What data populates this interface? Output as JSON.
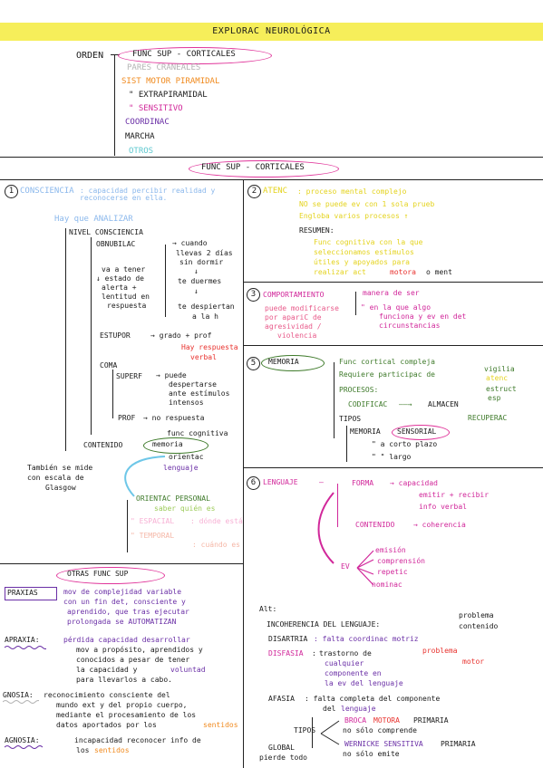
{
  "title": "EXPLORAC NEUROLÓGICA",
  "orden": {
    "label": "ORDEN",
    "items": [
      "FUNC SUP - CORTICALES",
      "PARES CRANEALES",
      "SIST MOTOR PIRAMIDAL",
      "\"  EXTRAPIRAMIDAL",
      "\"  SENSITIVO",
      "COORDINAC",
      "MARCHA",
      "OTROS"
    ]
  },
  "section_header": "FUNC SUP - CORTICALES",
  "s1": {
    "num": "1",
    "title": "CONSCIENCIA",
    "def": ": capacidad percibir realidad y reconocerse en ella.",
    "hay": "Hay que ANALIZAR",
    "nivel": "NIVEL CONSCIENCIA",
    "obnubilac": "OBNUBILAC",
    "obnub_right": [
      "→ cuando",
      "llevas 2 días",
      "sin dormir",
      "↓",
      "te duermes",
      "↓",
      "te despiertan",
      "a la h"
    ],
    "va_tener": [
      "va a tener",
      "↓ estado de",
      "alerta +",
      "lentitud en",
      "respuesta"
    ],
    "estupor": "ESTUPOR",
    "estupor_right": "→ grado + prof",
    "hay_resp": [
      "Hay respuesta",
      "verbal"
    ],
    "coma": "COMA",
    "superf": "SUPERF",
    "superf_right": [
      "→ puede",
      "despertarse",
      "ante estímulos",
      "intensos"
    ],
    "prof": "PROF",
    "prof_right": "→ no respuesta",
    "func_cog": "func cognitiva",
    "contenido": "CONTENIDO",
    "memoria": "memoria",
    "orientac": "orientac",
    "lenguaje": "lenguaje",
    "glasgow": [
      "También se mide",
      "con escala de",
      "Glasgow"
    ],
    "orient_personal": "ORIENTAC PERSONAL",
    "saber": "saber quién es",
    "espacial": "\"  ESPACIAL",
    "espacial_right": ": dónde está",
    "temporal": "\"  TEMPORAL",
    "temporal_right": ": cuándo es"
  },
  "s2": {
    "num": "2",
    "title": "ATENC",
    "def": ": proceso mental complejo",
    "lines": [
      "NO se puede ev con 1 sola prueb",
      "Engloba varios procesos ↑"
    ],
    "resumen": "RESUMEN:",
    "res_lines": [
      "Func cognitiva con la que",
      "seleccionamos estímulos",
      "útiles y apoyados para"
    ],
    "res_last_a": "realizar act",
    "res_last_b": "motora",
    "res_last_c": "o ment"
  },
  "s3": {
    "num": "3",
    "title": "COMPORTAMIENTO",
    "right1": "manera de ser",
    "right2": [
      "\"  en la que algo",
      "funciona y ev en det",
      "circunstancias"
    ],
    "left": [
      "puede modificarse",
      "por apariC de",
      "agresividad /",
      "violencia"
    ]
  },
  "s5": {
    "num": "5",
    "title": "MEMORIA",
    "l1": "Func cortical compleja",
    "l2": "Requiere participac de",
    "vig": [
      "vigilia",
      "atenc",
      "estruct",
      "esp"
    ],
    "procesos": "PROCESOS:",
    "codific": "CODIFICAC",
    "almacen": "ALMACEN",
    "recuper": "RECUPERAC",
    "tipos": "TIPOS",
    "mem": "MEMORIA",
    "sensorial": "SENSORIAL",
    "corto": "\"  a corto plazo",
    "largo": "\"  \"  largo"
  },
  "s6": {
    "num": "6",
    "title": "LENGUAJE",
    "forma": "FORMA",
    "forma_right": [
      "→ capacidad",
      "emitir + recibir",
      "info verbal"
    ],
    "contenido": "CONTENIDO",
    "contenido_right": "→ coherencia",
    "ev": "EV",
    "ev_items": [
      "emisión",
      "comprensión",
      "repetic",
      "nominac"
    ]
  },
  "otras": {
    "title": "OTRAS FUNC SUP",
    "praxias": "PRAXIAS",
    "praxias_def": [
      "mov de complejidad variable",
      "con un fin det, consciente y",
      "aprendido, que tras ejecutar",
      "prolongada se AUTOMATIZAN"
    ],
    "apraxia": "APRAXIA:",
    "apraxia_def": [
      "pérdida capacidad desarrollar",
      "mov a propósito, aprendidos y",
      "conocidos a pesar de tener",
      "la capacidad y",
      "para llevarlos a cabo."
    ],
    "voluntad": "voluntad",
    "gnosia": "GNOSIA:",
    "gnosia_def": [
      "reconocimiento consciente del",
      "mundo ext y del propio cuerpo,",
      "mediante el procesamiento de los",
      "datos aportados por los"
    ],
    "sentidos": "sentidos",
    "agnosia": "AGNOSIA:",
    "agnosia_def": "incapacidad reconocer info de",
    "agnosia_def2": "los",
    "sentidos2": "sentidos"
  },
  "alt": {
    "title": "Alt:",
    "incoh": "INCOHERENCIA DEL LENGUAJE:",
    "incoh_right": [
      "problema",
      "contenido"
    ],
    "disartria": "DISARTRIA",
    "disartria_def": ": falta coordinac motriz",
    "disfasia": "DISFASIA",
    "disfasia_def": [
      "trastorno de",
      "cualquier",
      "componente en",
      "la ev del lenguaje"
    ],
    "disfasia_right": [
      "problema",
      "motor"
    ],
    "afasia": "AFASIA",
    "afasia_def": ": falta completa del componente",
    "afasia_def2": "del",
    "lenguaje": "lenguaje",
    "tipos": "TIPOS",
    "broca_a": "BROCA",
    "broca_b": "MOTORA",
    "broca_c": "PRIMARIA",
    "broca_sub": "no sólo comprende",
    "wernicke_a": "WERNICKE SENSITIVA",
    "wernicke_b": "PRIMARIA",
    "wernicke_sub": "no sólo emite",
    "global": "GLOBAL",
    "global_sub": "pierde todo"
  },
  "colors": {
    "banner": "#f6ee5a",
    "oval": "#e0349a",
    "blue": "#8bb8ec",
    "magenta": "#d1279a",
    "green": "#3e7a2a",
    "purple": "#6a2fa6"
  }
}
